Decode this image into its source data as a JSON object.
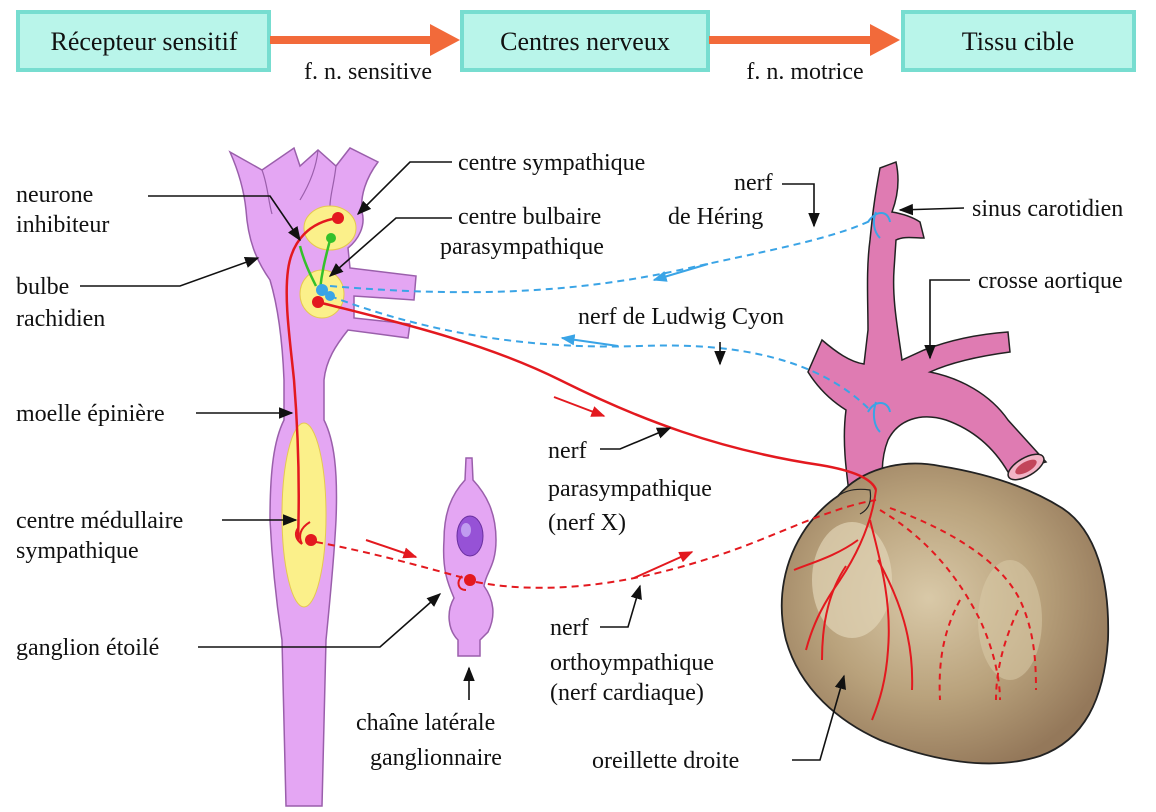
{
  "flow": {
    "box1": "Récepteur sensitif",
    "box2": "Centres nerveux",
    "box3": "Tissu cible",
    "arrow1_label": "f. n. sensitive",
    "arrow2_label": "f. n. motrice"
  },
  "labels": {
    "centre_sympathique": "centre sympathique",
    "neurone_l1": "neurone",
    "neurone_l2": "inhibiteur",
    "centre_bulbaire_l1": "centre bulbaire",
    "centre_bulbaire_l2": "parasympathique",
    "bulbe_l1": "bulbe",
    "bulbe_l2": "rachidien",
    "nerf_hering_l1": "nerf",
    "nerf_hering_l2": "de Héring",
    "sinus_carotidien": "sinus carotidien",
    "crosse_aortique": "crosse aortique",
    "nerf_ludwig": "nerf de Ludwig Cyon",
    "moelle": "moelle épinière",
    "nerf_para_l1": "nerf",
    "nerf_para_l2": "parasympathique",
    "nerf_para_l3": "(nerf X)",
    "centre_med_l1": "centre médullaire",
    "centre_med_l2": "sympathique",
    "ganglion": "ganglion étoilé",
    "nerf_ortho_l1": "nerf",
    "nerf_ortho_l2": "orthoympathique",
    "nerf_ortho_l3": "(nerf cardiaque)",
    "chaine_l1": "chaîne latérale",
    "chaine_l2": "ganglionnaire",
    "oreillette": "oreillette droite"
  },
  "colors": {
    "box_fill": "#b9f5ea",
    "box_border": "#77ddd0",
    "flow_arrow": "#f26a3a",
    "spinal": "#e4a6f3",
    "spinal_stroke": "#9a5fab",
    "center_yellow": "#fbf08a",
    "motor_red": "#e3191f",
    "sensory_blue": "#3aa4e6",
    "inhib_green": "#34c02b",
    "aorta": "#df7bb2",
    "heart": "#9e8662",
    "heart_light": "#d6c6a6"
  }
}
